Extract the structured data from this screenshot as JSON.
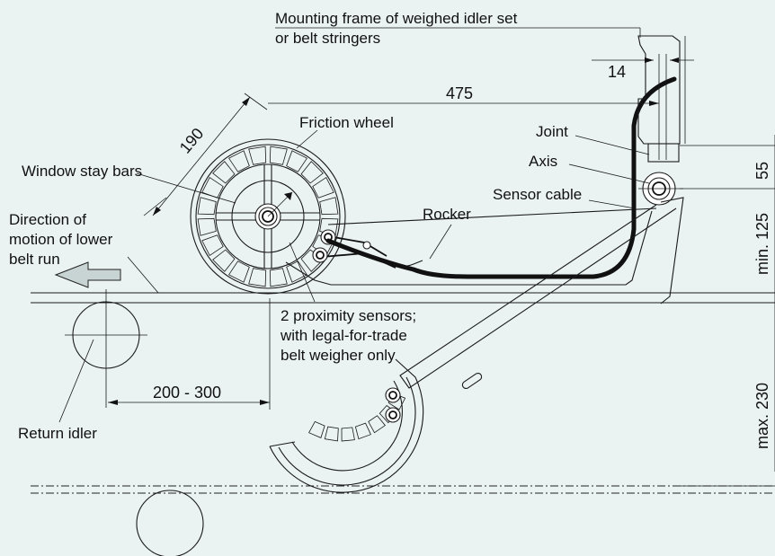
{
  "labels": {
    "mounting_frame_line1": "Mounting frame of weighed idler set",
    "mounting_frame_line2": "or belt stringers",
    "friction_wheel": "Friction wheel",
    "window_stay_bars": "Window stay bars",
    "direction_line1": "Direction of",
    "direction_line2": "motion of lower",
    "direction_line3": "belt run",
    "joint": "Joint",
    "axis": "Axis",
    "sensor_cable": "Sensor cable",
    "rocker": "Rocker",
    "proximity_line1": "2 proximity sensors;",
    "proximity_line2": "with legal-for-trade",
    "proximity_line3": "belt weigher only",
    "return_idler": "Return idler"
  },
  "dimensions": {
    "d14": "14",
    "d475": "475",
    "d190": "190",
    "d200_300": "200 - 300",
    "d55": "55",
    "min125": "min. 125",
    "max230": "max. 230"
  }
}
